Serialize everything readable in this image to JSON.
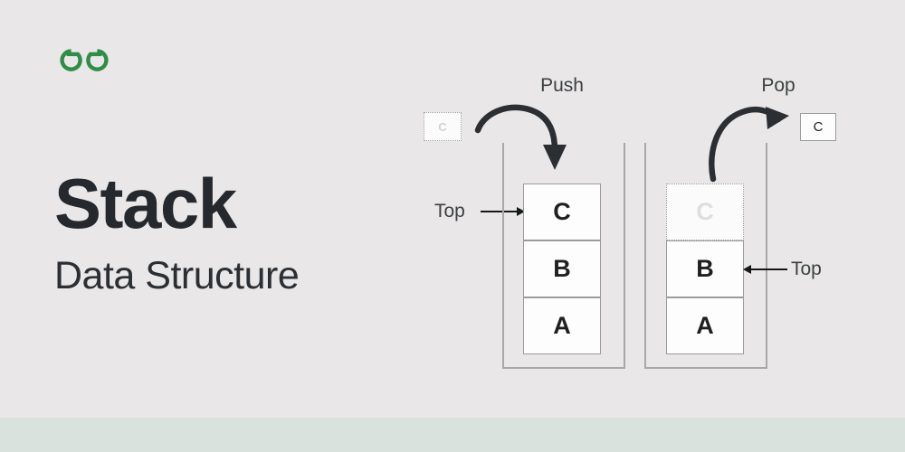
{
  "page": {
    "background_color": "#e9e7e7",
    "bottom_band_color": "#d9e2dc"
  },
  "brand": {
    "logo_icon": "geeksforgeeks-logo-icon",
    "logo_color": "#2f8d46"
  },
  "heading": {
    "title": "Stack",
    "subtitle": "Data Structure"
  },
  "diagram": {
    "push": {
      "label": "Push",
      "arrow_icon": "curved-arrow-down-icon",
      "incoming_element": {
        "value": "C",
        "style": "dotted-ghost"
      },
      "top_pointer": {
        "label": "Top",
        "arrow_icon": "arrow-right-icon",
        "points_to": "C"
      },
      "stack": {
        "cells": [
          {
            "value": "C",
            "state": "solid"
          },
          {
            "value": "B",
            "state": "solid"
          },
          {
            "value": "A",
            "state": "solid"
          }
        ]
      }
    },
    "pop": {
      "label": "Pop",
      "arrow_icon": "curved-arrow-up-right-icon",
      "outgoing_element": {
        "value": "C",
        "style": "solid"
      },
      "top_pointer": {
        "label": "Top",
        "arrow_icon": "arrow-left-icon",
        "points_to": "B"
      },
      "stack": {
        "cells": [
          {
            "value": "C",
            "state": "ghost"
          },
          {
            "value": "B",
            "state": "solid"
          },
          {
            "value": "A",
            "state": "solid"
          }
        ]
      }
    }
  }
}
